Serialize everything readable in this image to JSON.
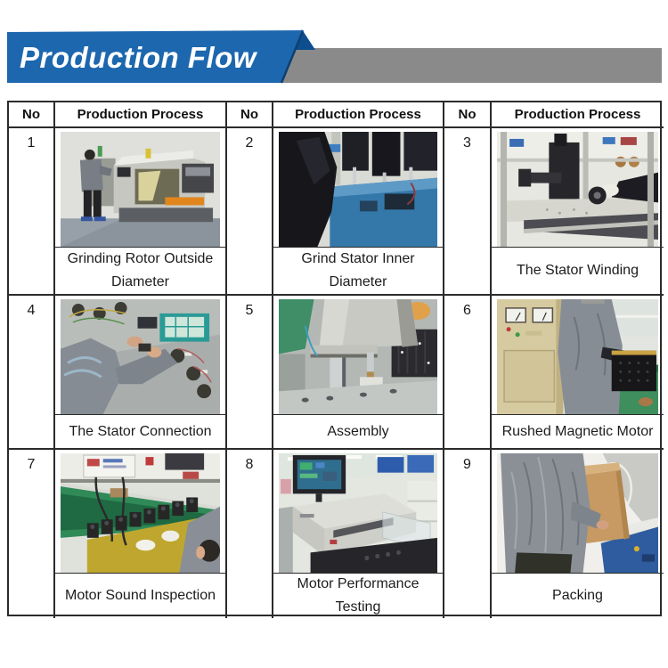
{
  "banner": {
    "title": "Production Flow",
    "colors": {
      "blue": "#1d67ae",
      "fold": "#0d4e8f",
      "gray": "#8a8a8a"
    }
  },
  "table": {
    "header": {
      "no": "No",
      "process": "Production Process"
    },
    "cells": [
      {
        "no": "1",
        "caption": "Grinding Rotor Outside Diameter",
        "photo": "Worker in grey jacket operating a grinding machine with orange trim in a workshop"
      },
      {
        "no": "2",
        "caption": "Grind Stator Inner Diameter",
        "photo": "Blue grinding machine with black spindle heads, operator in dark clothing in foreground"
      },
      {
        "no": "3",
        "caption": "The Stator Winding",
        "photo": "Stator winding machine behind glass panels, gloved hand holding a stator"
      },
      {
        "no": "4",
        "caption": "The Stator Connection",
        "photo": "Hands connecting stator wires at a metal workbench with teal parts basket"
      },
      {
        "no": "5",
        "caption": "Assembly",
        "photo": "Press assembly station with chrome columns over a polished metal base"
      },
      {
        "no": "6",
        "caption": "Rushed Magnetic Motor",
        "photo": "Beige magnetizing cabinet with gauges, worker handling a black perforated motor box"
      },
      {
        "no": "7",
        "caption": "Motor Sound Inspection",
        "photo": "Row of black motors on a green conveyor bench, inspector with white gloves"
      },
      {
        "no": "8",
        "caption": "Motor Performance Testing",
        "photo": "Motor test instrument with monitor and clear acrylic fixture in factory"
      },
      {
        "no": "9",
        "caption": "Packing",
        "photo": "Worker in grey jacket packing a cardboard carton on a blue strapping machine"
      }
    ]
  }
}
